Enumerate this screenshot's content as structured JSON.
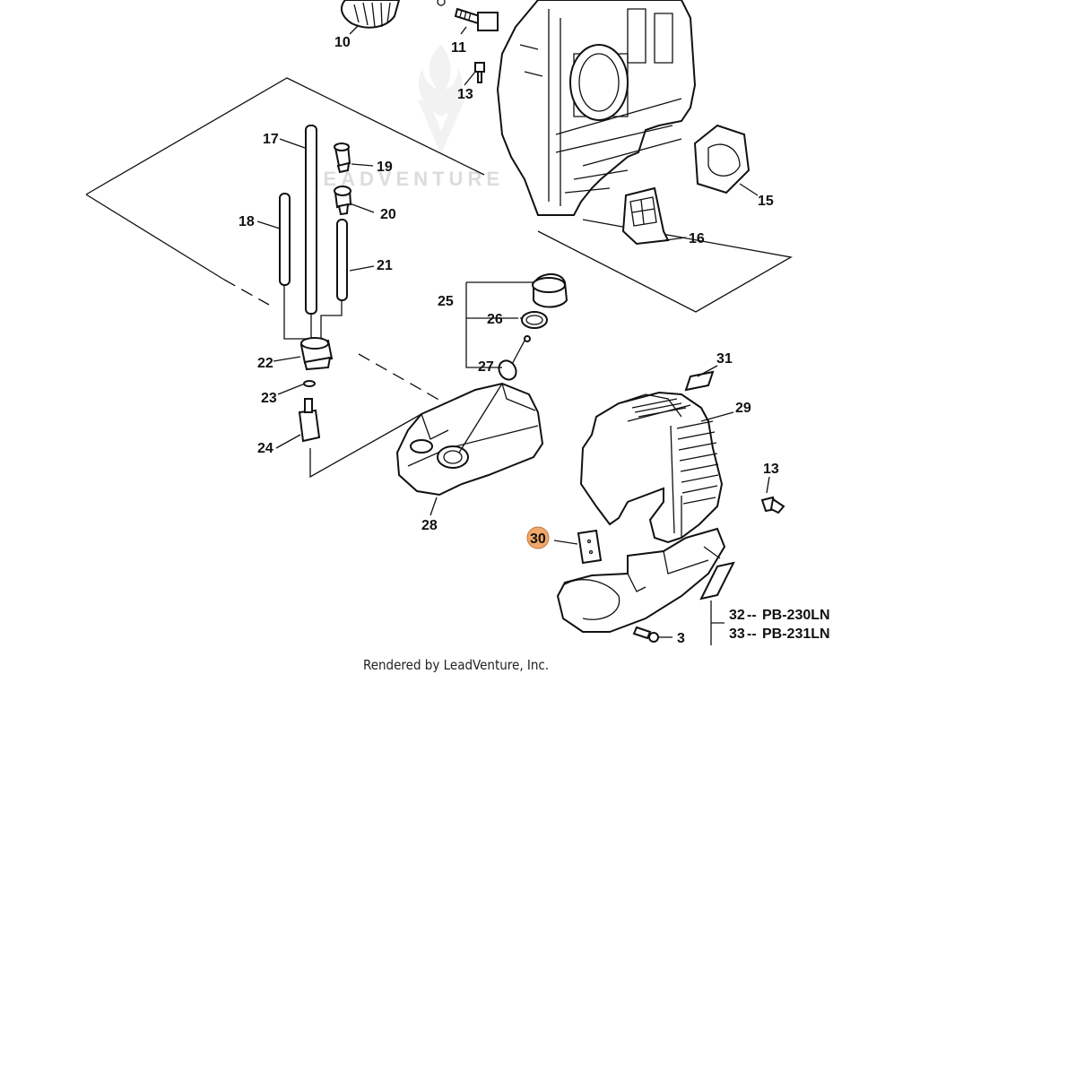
{
  "diagram": {
    "parts": {
      "p10": "10",
      "p11": "11",
      "p13a": "13",
      "p15": "15",
      "p16": "16",
      "p17": "17",
      "p18": "18",
      "p19": "19",
      "p20": "20",
      "p21": "21",
      "p22": "22",
      "p23": "23",
      "p24": "24",
      "p25": "25",
      "p26": "26",
      "p27": "27",
      "p28": "28",
      "p29": "29",
      "p30": "30",
      "p31": "31",
      "p13b": "13",
      "p3": "3"
    },
    "variants": [
      {
        "number": "32",
        "sep": "--",
        "model": "PB-230LN"
      },
      {
        "number": "33",
        "sep": "--",
        "model": "PB-231LN"
      }
    ],
    "highlighted_part": "30",
    "highlight_color": "#f0a86a",
    "credit": "Rendered by LeadVenture, Inc.",
    "watermark": "LEADVENTURE"
  }
}
